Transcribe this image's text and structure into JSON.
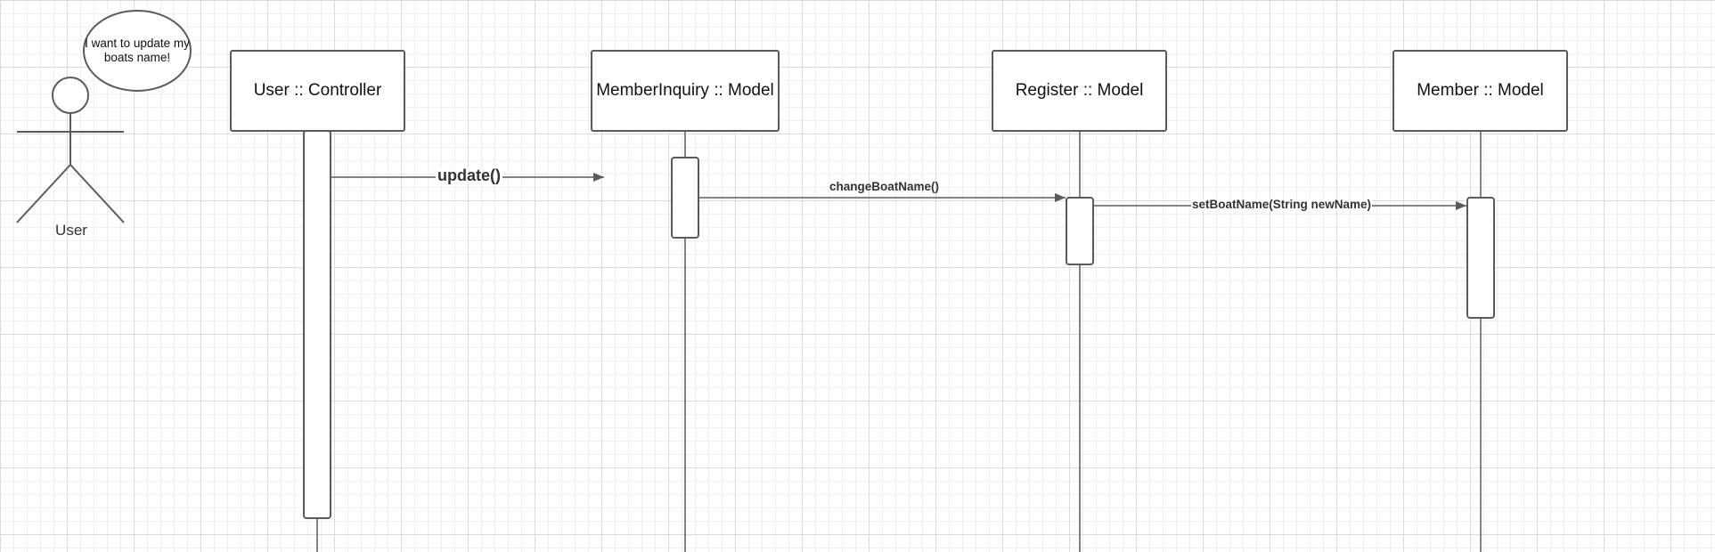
{
  "actor": {
    "label": "User",
    "speech_bubble": "I want to update my boats name!"
  },
  "lifelines": [
    {
      "id": "controller",
      "title": "User :: Controller"
    },
    {
      "id": "inquiry",
      "title": "MemberInquiry :: Model"
    },
    {
      "id": "register",
      "title": "Register :: Model"
    },
    {
      "id": "member",
      "title": "Member :: Model"
    }
  ],
  "messages": [
    {
      "label": "update()",
      "from": "User :: Controller",
      "to": "MemberInquiry :: Model"
    },
    {
      "label": "changeBoatName()",
      "from": "MemberInquiry :: Model",
      "to": "Register :: Model"
    },
    {
      "label": "setBoatName(String newName)",
      "from": "Register :: Model",
      "to": "Member :: Model"
    }
  ],
  "colors": {
    "stroke": "#5b5b5b",
    "text": "#111111",
    "grid": "#dcdcdc"
  }
}
